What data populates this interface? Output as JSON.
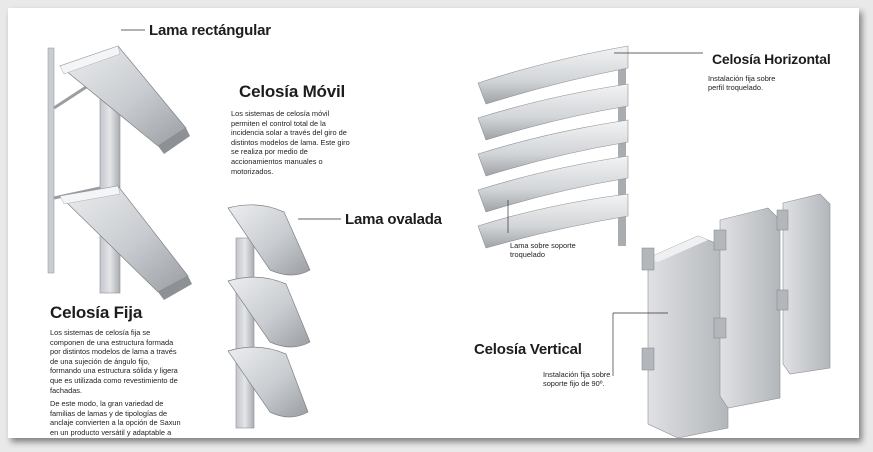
{
  "labels": {
    "lama_rectangular": "Lama rectángular",
    "lama_ovalada": "Lama ovalada",
    "celosia_movil": "Celosía Móvil",
    "celosia_fija": "Celosía Fija",
    "celosia_horizontal": "Celosía Horizontal",
    "celosia_vertical": "Celosía Vertical"
  },
  "texts": {
    "movil_desc": "Los sistemas de celosía móvil permiten el control total de la incidencia solar a través del giro de distintos modelos de lama. Este giro se realiza por medio de accionamientos manuales o motorizados.",
    "fija_p1": "Los sistemas de celosía fija se componen de una estructura formada por distintos modelos de lama a través de una sujeción de ángulo fijo, formando una estructura sólida y ligera que es utilizada como revestimiento de fachadas.",
    "fija_p2": "De este modo, la gran variedad de familias de lamas y de tipologías de anclaje convierten a la opción de Saxun en un producto versátil y adaptable a todo tipo de fachadas y cubiertas.",
    "horizontal_caption": "Instalación fija sobre perfil troquelado.",
    "lama_soporte_caption": "Lama sobre soporte troquelado",
    "vertical_caption": "Instalación fija sobre soporte fijo de 90º."
  },
  "colors": {
    "metal_light": "#d9dbdd",
    "metal_mid": "#b8bbbe",
    "metal_dark": "#8d9094",
    "text": "#1d1d1d",
    "leader": "#333333"
  }
}
